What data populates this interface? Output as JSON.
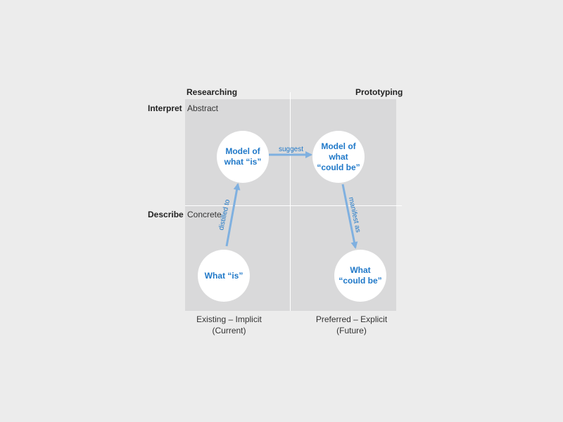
{
  "columns": {
    "left_header": "Researching",
    "right_header": "Prototyping"
  },
  "rows": {
    "top_label": "Interpret",
    "bottom_label": "Describe"
  },
  "quadrant_labels": {
    "top": "Abstract",
    "bottom": "Concrete"
  },
  "bottom_labels": {
    "left_line1": "Existing – Implicit",
    "left_line2": "(Current)",
    "right_line1": "Preferred – Explicit",
    "right_line2": "(Future)"
  },
  "nodes": {
    "model_is": "Model of\nwhat “is”",
    "model_could_be": "Model of\nwhat\n“could be”",
    "what_is": "What “is”",
    "what_could_be": "What\n“could be”"
  },
  "edges": {
    "distilled_to": "distilled to",
    "suggest": "suggest",
    "manifest_as": "manifest as"
  },
  "colors": {
    "accent": "#1f78c8",
    "arrow": "#7fb0e0",
    "grid": "#d9d9da",
    "background": "#ececec"
  }
}
